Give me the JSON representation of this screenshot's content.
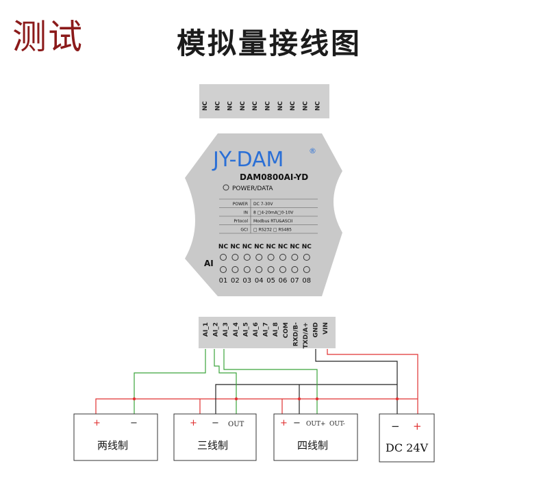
{
  "corner_label": "测试",
  "title": "模拟量接线图",
  "top_terminal": {
    "pins": [
      "NC",
      "NC",
      "NC",
      "NC",
      "NC",
      "NC",
      "NC",
      "NC",
      "NC",
      "NC"
    ]
  },
  "module": {
    "brand": "JY-DAM",
    "registered": "®",
    "model": "DAM0800AI-YD",
    "power_led_label": "POWER/DATA",
    "spec_rows": [
      {
        "key": "POWER",
        "value": "DC 7-30V"
      },
      {
        "key": "IN",
        "value": "8 □4-20mA□0-10V"
      },
      {
        "key": "Prtocol",
        "value": "Modbus RTU&ASCII"
      },
      {
        "key": "GCI",
        "value": "□ RS232  □ RS485"
      }
    ],
    "ai_group_label": "AI",
    "nc_labels": [
      "NC",
      "NC",
      "NC",
      "NC",
      "NC",
      "NC",
      "NC",
      "NC"
    ],
    "channel_numbers": [
      "01",
      "02",
      "03",
      "04",
      "05",
      "06",
      "07",
      "08"
    ]
  },
  "bottom_terminal": {
    "pins": [
      "AI_1",
      "AI_2",
      "AI_3",
      "AI_4",
      "AI_5",
      "AI_6",
      "AI_7",
      "AI_8",
      "COM",
      "RXD/B-",
      "TXD/A+",
      "GND",
      "VIN"
    ]
  },
  "devices": [
    {
      "name": "两线制",
      "terminals": [
        "+",
        "−"
      ]
    },
    {
      "name": "三线制",
      "terminals": [
        "+",
        "−",
        "OUT"
      ]
    },
    {
      "name": "四线制",
      "terminals": [
        "+",
        "−",
        "OUT+",
        "OUT-"
      ]
    },
    {
      "name": "DC 24V",
      "terminals": [
        "−",
        "+"
      ]
    }
  ],
  "colors": {
    "red_wire": "#e03030",
    "green_wire": "#3aa33a",
    "black_wire": "#222222",
    "module_body": "#c9c9c9",
    "brand_blue": "#2a6fd6"
  }
}
